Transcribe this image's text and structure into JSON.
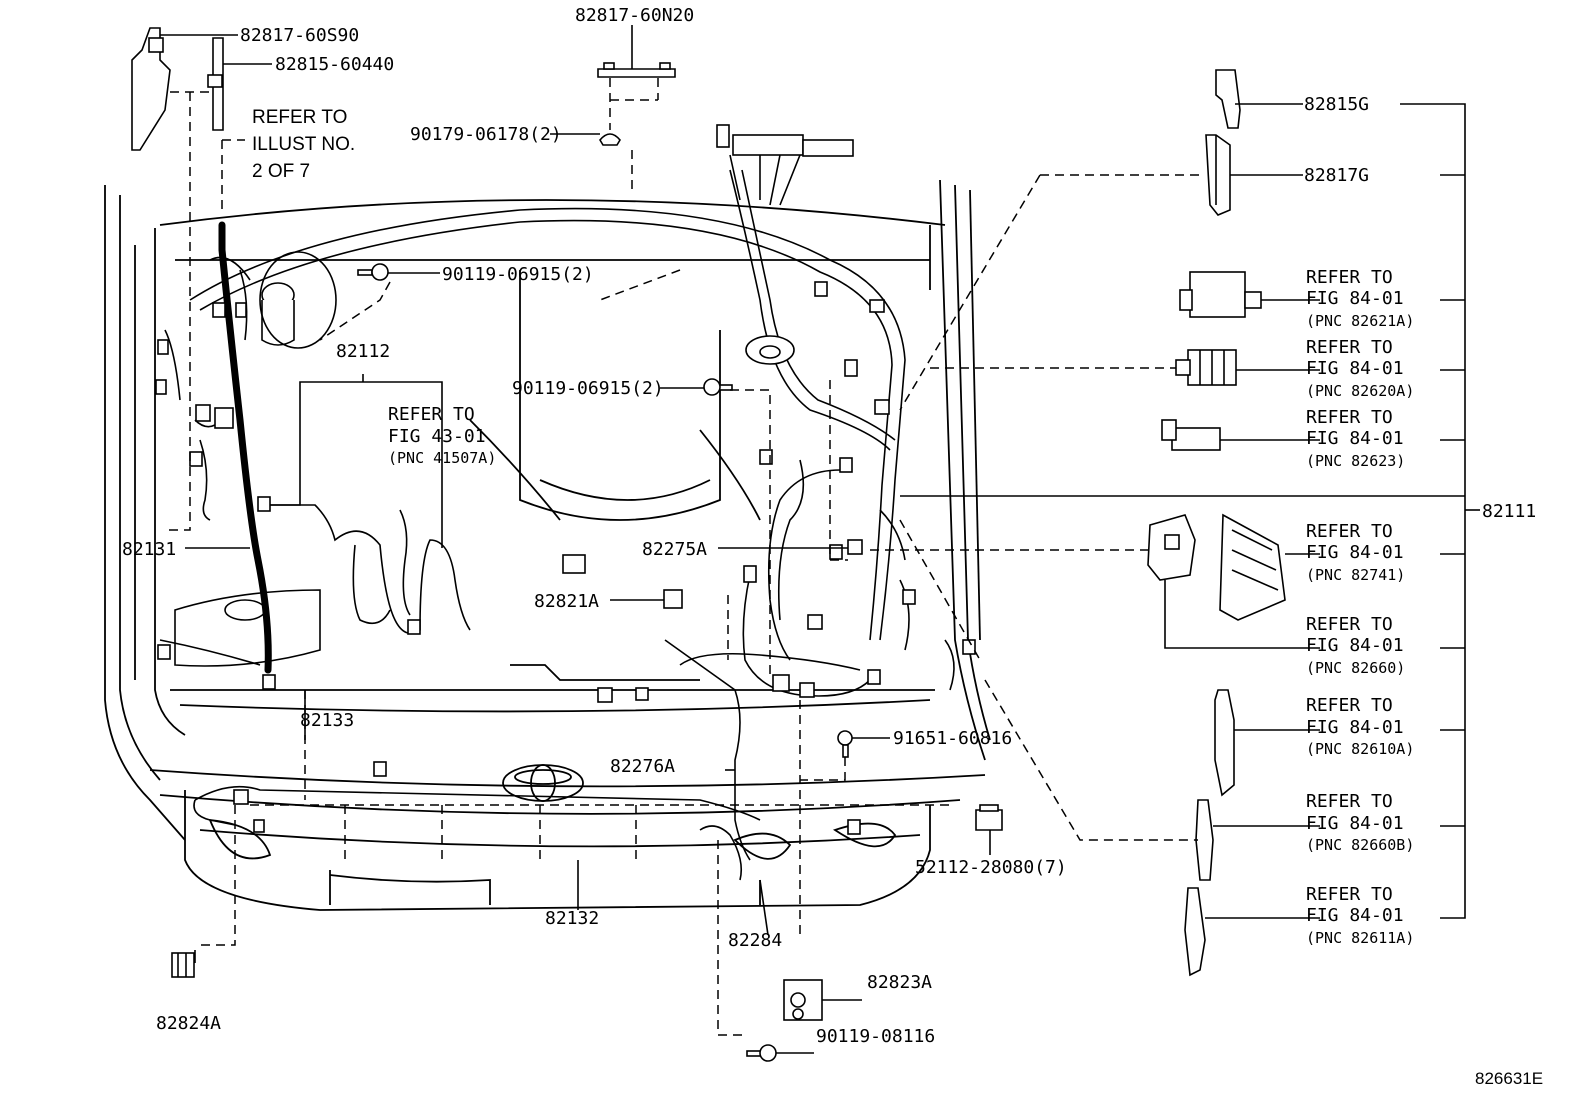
{
  "callouts": {
    "p82817_60S90": "82817-60S90",
    "p82815_60440": "82815-60440",
    "p82817_60N20": "82817-60N20",
    "p90179_06178": "90179-06178(2)",
    "p90119_06915_a": "90119-06915(2)",
    "p90119_06915_b": "90119-06915(2)",
    "p82112": "82112",
    "p82131": "82131",
    "p82133": "82133",
    "p82132": "82132",
    "p82275A": "82275A",
    "p82821A": "82821A",
    "p82276A": "82276A",
    "p82284": "82284",
    "p82823A": "82823A",
    "p82824A": "82824A",
    "p91651_60816": "91651-60816",
    "p52112_28080": "52112-28080(7)",
    "p90119_08116": "90119-08116",
    "p82815G": "82815G",
    "p82817G": "82817G",
    "p82111": "82111"
  },
  "refer_illust": {
    "line1": "REFER TO",
    "line2": "ILLUST NO.",
    "line3": "2 OF 7"
  },
  "refer_fig43": {
    "line1": "REFER TO",
    "line2": "FIG 43-01",
    "line3": "(PNC 41507A)"
  },
  "refer_right": [
    {
      "line1": "REFER TO",
      "line2": "FIG 84-01",
      "line3": "(PNC 82621A)"
    },
    {
      "line1": "REFER TO",
      "line2": "FIG 84-01",
      "line3": "(PNC 82620A)"
    },
    {
      "line1": "REFER TO",
      "line2": "FIG 84-01",
      "line3": "(PNC 82623)"
    },
    {
      "line1": "REFER TO",
      "line2": "FIG 84-01",
      "line3": "(PNC 82741)"
    },
    {
      "line1": "REFER TO",
      "line2": "FIG 84-01",
      "line3": "(PNC 82660)"
    },
    {
      "line1": "REFER TO",
      "line2": "FIG 84-01",
      "line3": "(PNC 82610A)"
    },
    {
      "line1": "REFER TO",
      "line2": "FIG 84-01",
      "line3": "(PNC 82660B)"
    },
    {
      "line1": "REFER TO",
      "line2": "FIG 84-01",
      "line3": "(PNC 82611A)"
    }
  ],
  "illustration_id": "826631E"
}
